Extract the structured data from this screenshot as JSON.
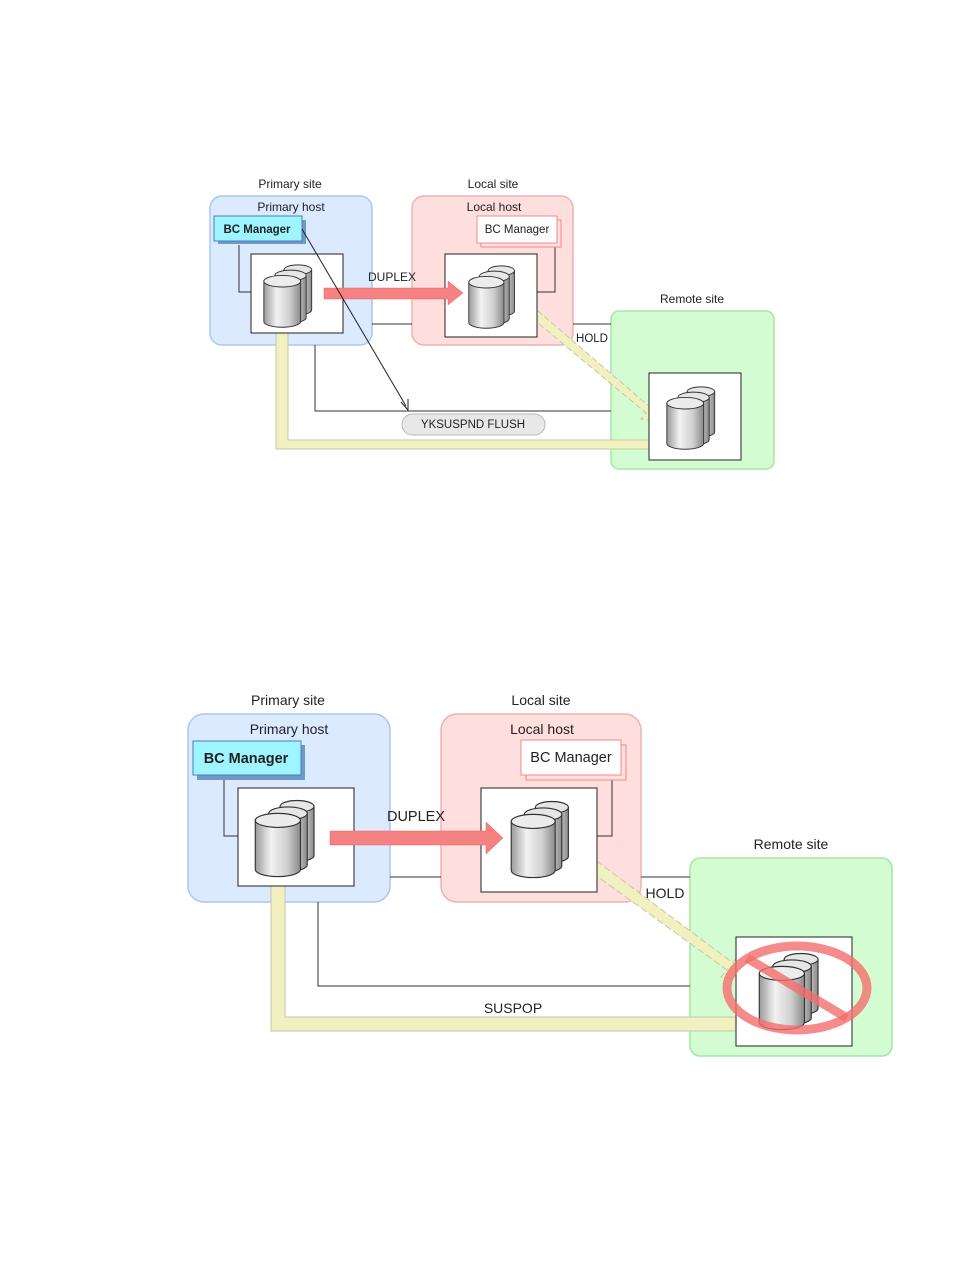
{
  "diagram1": {
    "primary_site_title": "Primary site",
    "primary_host_title": "Primary host",
    "primary_bc_manager": "BC Manager",
    "local_site_title": "Local site",
    "local_host_title": "Local host",
    "local_bc_manager": "BC Manager",
    "remote_site_title": "Remote site",
    "duplex_label": "DUPLEX",
    "hold_label": "HOLD",
    "command_label": "YKSUSPND FLUSH"
  },
  "diagram2": {
    "primary_site_title": "Primary site",
    "primary_host_title": "Primary host",
    "primary_bc_manager": "BC Manager",
    "local_site_title": "Local site",
    "local_host_title": "Local host",
    "local_bc_manager": "BC Manager",
    "remote_site_title": "Remote site",
    "duplex_label": "DUPLEX",
    "hold_label": "HOLD",
    "status_label": "SUSPOP"
  },
  "colors": {
    "primary_fill": "#dbeaff",
    "primary_stroke": "#a9c8ee",
    "local_fill": "#ffdede",
    "local_stroke": "#f3b0b0",
    "remote_fill": "#d4fcd2",
    "remote_stroke": "#a5e6a1",
    "duplex_arrow": "#f58282",
    "yellow_path": "#f0f0c0",
    "yellow_path_edge": "#c8c8a0",
    "bc_manager_fill": "#9ef4ff",
    "no_symbol": "#f46e6e"
  },
  "icons": [
    "disk-stack-icon",
    "no-symbol-icon"
  ]
}
